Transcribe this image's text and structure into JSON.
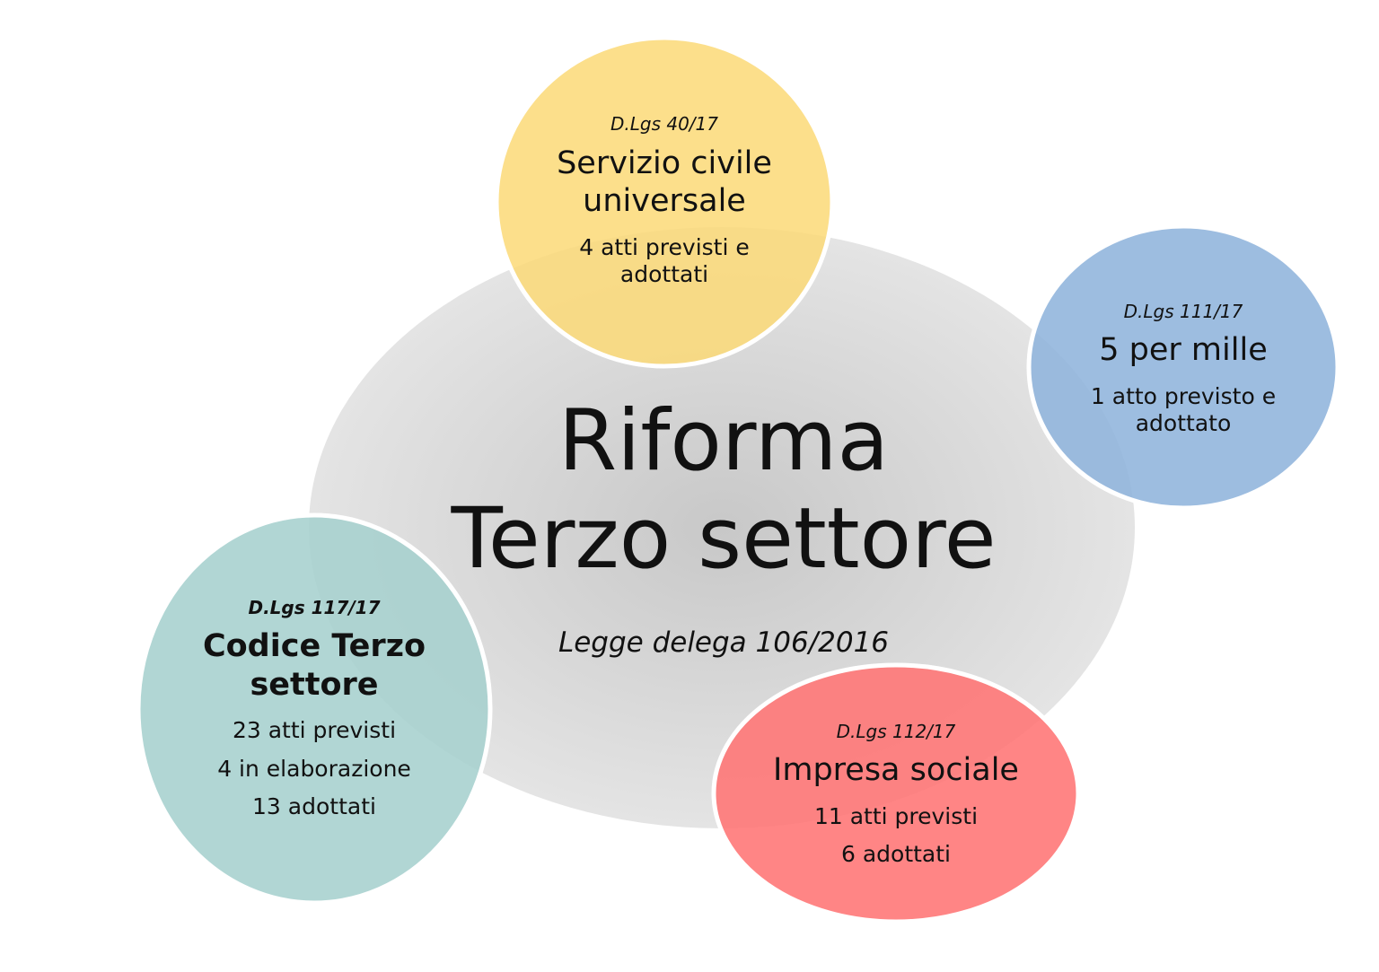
{
  "center": {
    "title_line1": "Riforma",
    "title_line2": "Terzo settore",
    "subtitle": "Legge delega 106/2016"
  },
  "bubbles": {
    "servizio": {
      "code": "D.Lgs 40/17",
      "title1": "Servizio civile",
      "title2": "universale",
      "info1": "4 atti previsti e",
      "info2": "adottati",
      "color": "#fcd977"
    },
    "permille": {
      "code": "D.Lgs 111/17",
      "title1": "5 per mille",
      "info1": "1 atto previsto e",
      "info2": "adottato",
      "color": "#8fb4dc"
    },
    "codice": {
      "code": "D.Lgs 117/17",
      "title1": "Codice Terzo",
      "title2": "settore",
      "info1": "23 atti previsti",
      "info2": "4 in elaborazione",
      "info3": "13 adottati",
      "color": "#a6d0ce"
    },
    "impresa": {
      "code": "D.Lgs 112/17",
      "title1": "Impresa sociale",
      "info1": "11 atti previsti",
      "info2": "6 adottati",
      "color": "#ff7474"
    }
  }
}
